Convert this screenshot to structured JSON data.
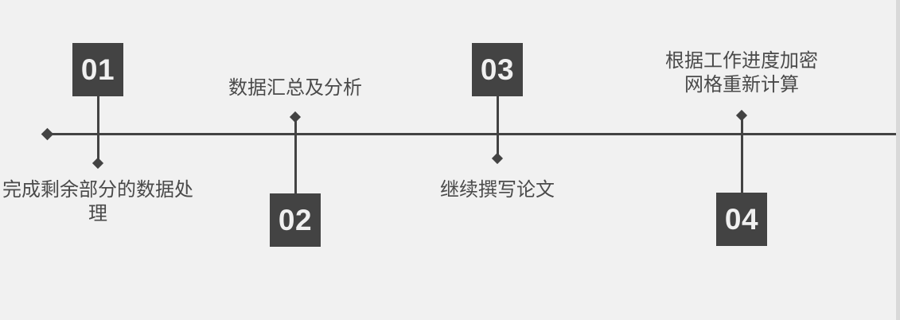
{
  "diagram": {
    "type": "horizontal-timeline",
    "background_color": "#f1f1f1",
    "accent_color": "#434343",
    "label_color": "#4a4a4a",
    "number_color": "#f0f0f0",
    "axis": {
      "start_marker": "diamond",
      "end_marker": "none"
    },
    "milestones": [
      {
        "number": "01",
        "label": "完成剩余部分的数据处理",
        "box_position": "above",
        "label_position": "below"
      },
      {
        "number": "02",
        "label": "数据汇总及分析",
        "box_position": "below",
        "label_position": "above"
      },
      {
        "number": "03",
        "label": "继续撰写论文",
        "box_position": "above",
        "label_position": "below"
      },
      {
        "number": "04",
        "label": "根据工作进度加密网格重新计算",
        "box_position": "below",
        "label_position": "above"
      }
    ]
  }
}
